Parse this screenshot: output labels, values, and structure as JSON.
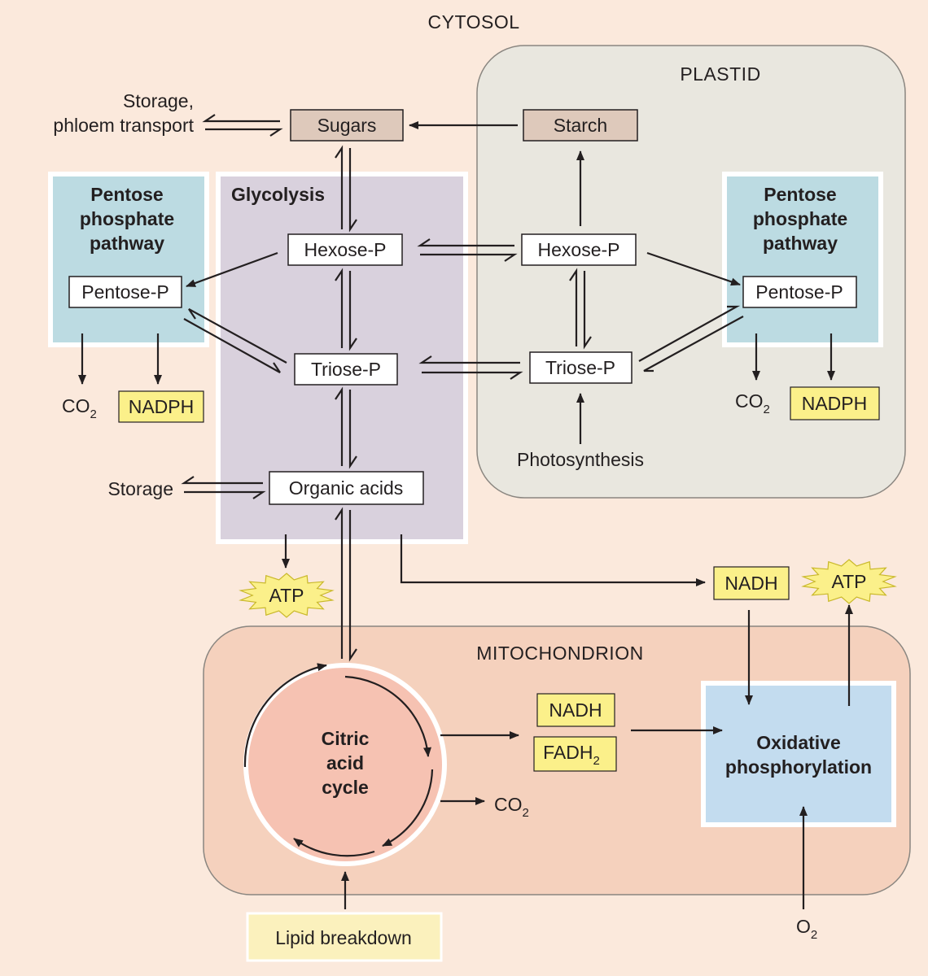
{
  "regions": {
    "cytosol": "CYTOSOL",
    "plastid": "PLASTID",
    "mitochondrion": "MITOCHONDRION",
    "glycolysis": "Glycolysis"
  },
  "pentose_left": {
    "title": [
      "Pentose",
      "phosphate",
      "pathway"
    ],
    "box": "Pentose-P"
  },
  "pentose_right": {
    "title": [
      "Pentose",
      "phosphate",
      "pathway"
    ],
    "box": "Pentose-P"
  },
  "nodes": {
    "sugars": "Sugars",
    "starch": "Starch",
    "hexose_cyt": "Hexose-P",
    "hexose_pl": "Hexose-P",
    "triose_cyt": "Triose-P",
    "triose_pl": "Triose-P",
    "organic_acids": "Organic acids",
    "photosynthesis": "Photosynthesis",
    "storage_phloem": [
      "Storage,",
      "phloem transport"
    ],
    "storage": "Storage",
    "lipid_breakdown": "Lipid breakdown",
    "citric_cycle": [
      "Citric",
      "acid",
      "cycle"
    ],
    "oxphos": [
      "Oxidative",
      "phosphorylation"
    ]
  },
  "products": {
    "co2": "CO",
    "sub2": "2",
    "nadph": "NADPH",
    "nadh": "NADH",
    "fadh": "FADH",
    "atp": "ATP",
    "o2": "O"
  },
  "colors": {
    "background": "#fbe9dc",
    "plastid": "#e9e7df",
    "mitochondrion": "#f5d1bd",
    "glycolysis": "#d9d1dd",
    "pentose": "#bcdbe2",
    "citric_cycle": "#f6c2b2",
    "oxphos": "#c3dcef",
    "yellow": "#fbf08a",
    "tan": "#dec9bb"
  }
}
